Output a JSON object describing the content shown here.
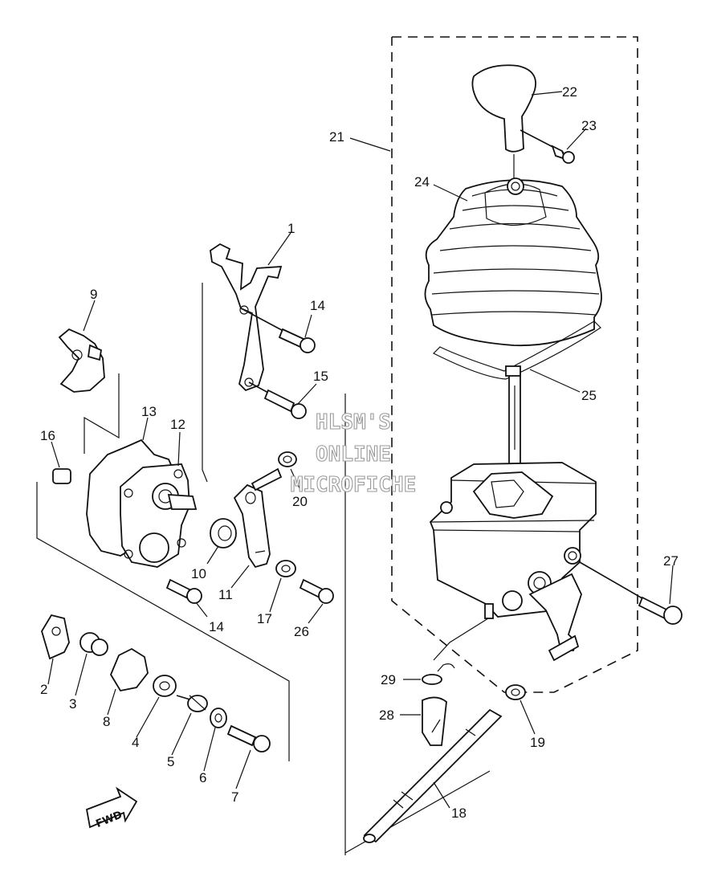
{
  "watermark": {
    "lines": [
      "HLSM'S",
      "ONLINE",
      "MICROFICHE"
    ]
  },
  "fwd_badge": "FWD",
  "callouts": [
    {
      "id": "1",
      "text": "1"
    },
    {
      "id": "2",
      "text": "2"
    },
    {
      "id": "3",
      "text": "3"
    },
    {
      "id": "4",
      "text": "4"
    },
    {
      "id": "5",
      "text": "5"
    },
    {
      "id": "6",
      "text": "6"
    },
    {
      "id": "7",
      "text": "7"
    },
    {
      "id": "8",
      "text": "8"
    },
    {
      "id": "9",
      "text": "9"
    },
    {
      "id": "10",
      "text": "10"
    },
    {
      "id": "11",
      "text": "11"
    },
    {
      "id": "12",
      "text": "12"
    },
    {
      "id": "13",
      "text": "13"
    },
    {
      "id": "14a",
      "text": "14"
    },
    {
      "id": "14b",
      "text": "14"
    },
    {
      "id": "15",
      "text": "15"
    },
    {
      "id": "16",
      "text": "16"
    },
    {
      "id": "17",
      "text": "17"
    },
    {
      "id": "18",
      "text": "18"
    },
    {
      "id": "19",
      "text": "19"
    },
    {
      "id": "20",
      "text": "20"
    },
    {
      "id": "21",
      "text": "21"
    },
    {
      "id": "22",
      "text": "22"
    },
    {
      "id": "23",
      "text": "23"
    },
    {
      "id": "24",
      "text": "24"
    },
    {
      "id": "25",
      "text": "25"
    },
    {
      "id": "26",
      "text": "26"
    },
    {
      "id": "27",
      "text": "27"
    },
    {
      "id": "28",
      "text": "28"
    },
    {
      "id": "29",
      "text": "29"
    }
  ]
}
